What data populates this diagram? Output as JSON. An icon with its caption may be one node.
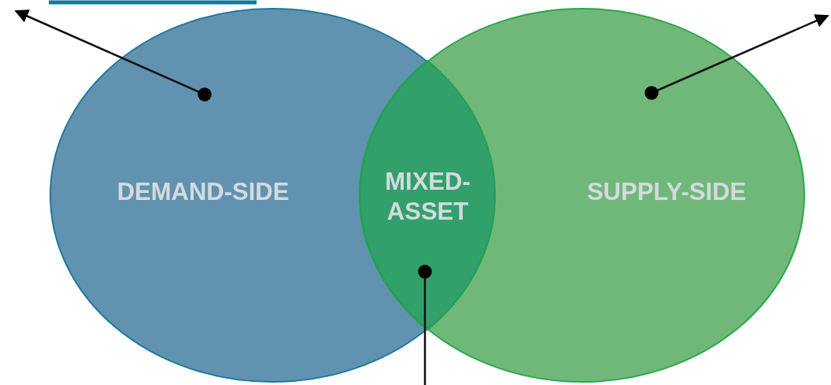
{
  "diagram": {
    "nodes": [
      {
        "text": [
          "DEMAND-SIDE"
        ]
      },
      {
        "text": [
          "MIXED-ASSET"
        ]
      },
      {
        "text": [
          "SUPPLY-SIDE"
        ]
      }
    ],
    "edges": [
      {
        "from": 0,
        "to": null,
        "arrow": "to"
      },
      {
        "from": 2,
        "to": null,
        "arrow": "to"
      },
      {
        "from": 1,
        "to": null,
        "arrow": "other"
      }
    ]
  }
}
